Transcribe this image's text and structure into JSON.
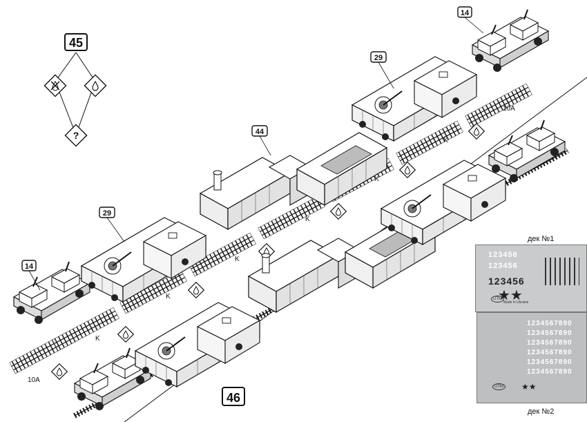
{
  "steps": {
    "step_45": "45",
    "step_46": "46"
  },
  "parts": {
    "wagon_front": "14",
    "wagon_rear": "14",
    "platform_upper": "29",
    "platform_lower": "29",
    "locomotive": "44"
  },
  "rail_labels": {
    "k": "K",
    "rail_10a": "10A"
  },
  "decals": {
    "sheet1_title": "дек №1",
    "sheet2_title": "дек №2",
    "sheet1_rows": [
      "123456",
      "123456",
      "123456"
    ],
    "sheet2_rows": [
      "1234567890",
      "1234567890",
      "1234567890",
      "1234567890",
      "1234567890",
      "1234567890"
    ],
    "brand_stamp": "UTM",
    "made_in": "Made in Ukraine"
  },
  "icons": {
    "legend_diamonds": [
      "glue-forbidden-icon",
      "glue-drop-icon",
      "question-icon"
    ],
    "rail_joint": "glue-drop-icon",
    "insignia": "red-star-icon"
  }
}
